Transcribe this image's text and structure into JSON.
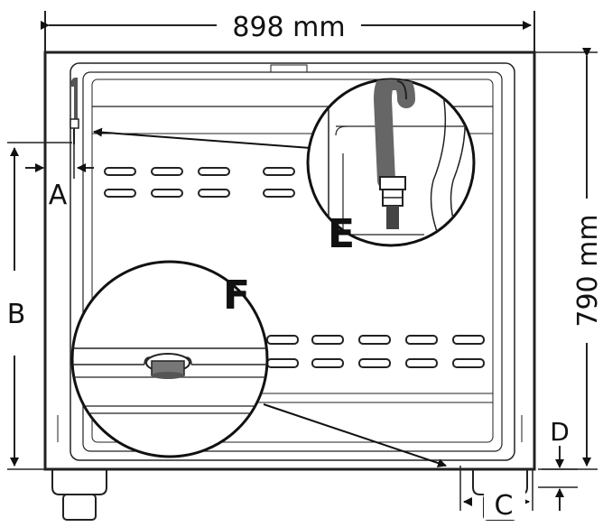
{
  "dimensions": {
    "width_label": "898 mm",
    "height_label": "790 mm"
  },
  "labels": {
    "a": "A",
    "b": "B",
    "c": "C",
    "d": "D",
    "e": "E",
    "f": "F"
  },
  "colors": {
    "line": "#222222",
    "background": "#ffffff"
  }
}
